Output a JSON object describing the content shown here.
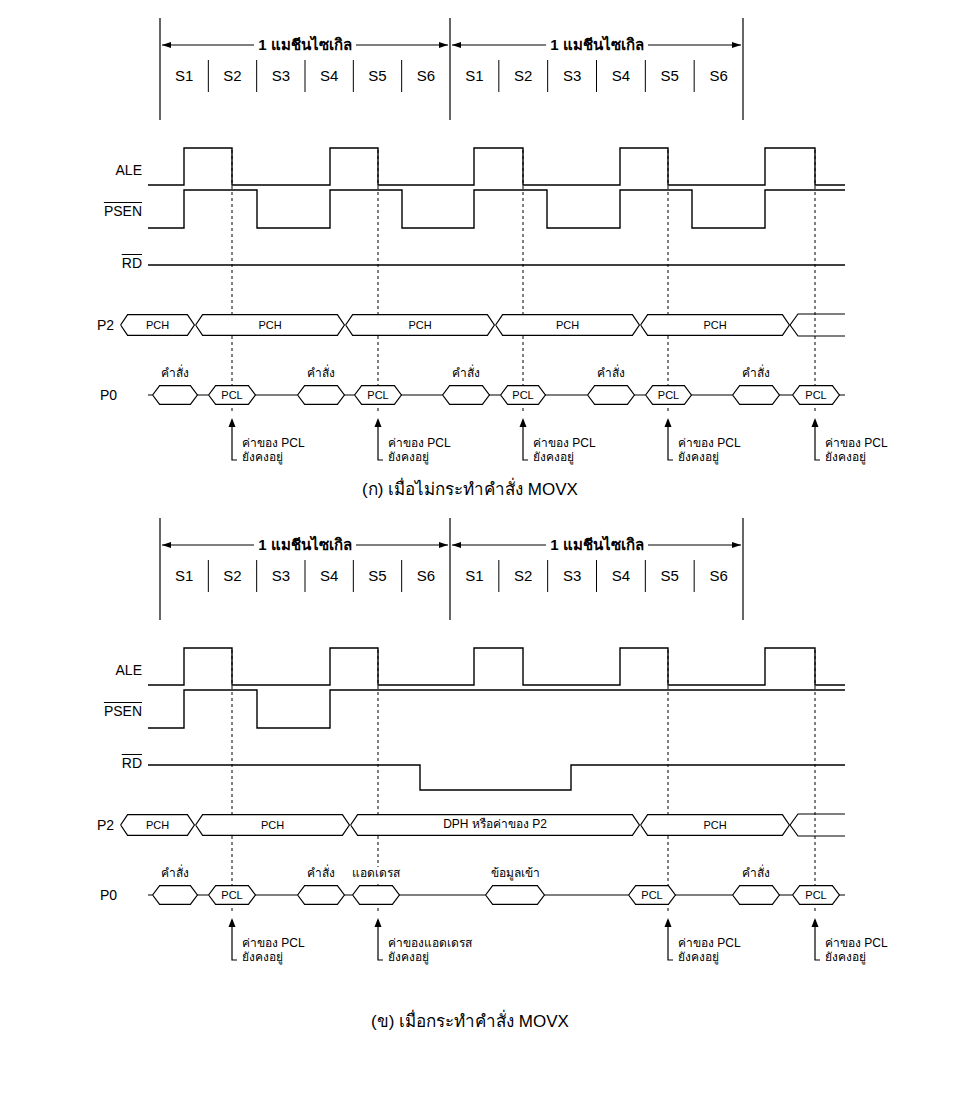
{
  "diagram": {
    "nodes": [
      {
        "text": [
          "PCH"
        ]
      },
      {
        "text": [
          "PCH"
        ]
      },
      {
        "text": [
          "PCH"
        ]
      },
      {
        "text": [
          "PCH"
        ]
      },
      {
        "text": [
          "PCH"
        ]
      },
      {
        "text": [
          "คำสั่ง"
        ]
      },
      {
        "text": [
          "PCL"
        ]
      },
      {
        "text": [
          "คำสั่ง"
        ]
      },
      {
        "text": [
          "PCL"
        ]
      },
      {
        "text": [
          "คำสั่ง"
        ]
      },
      {
        "text": [
          "PCL"
        ]
      },
      {
        "text": [
          "คำสั่ง"
        ]
      },
      {
        "text": [
          "PCL"
        ]
      },
      {
        "text": [
          "คำสั่ง"
        ]
      },
      {
        "text": [
          "PCL"
        ]
      },
      {
        "text": [
          "PCH"
        ]
      },
      {
        "text": [
          "PCH"
        ]
      },
      {
        "text": [
          "DPH หรือค่าของ P2"
        ]
      },
      {
        "text": [
          "PCH"
        ]
      },
      {
        "text": [
          "คำสั่ง"
        ]
      },
      {
        "text": [
          "PCL"
        ]
      },
      {
        "text": [
          "คำสั่ง"
        ]
      },
      {
        "text": [
          "แอดเดรส"
        ]
      },
      {
        "text": [
          "ข้อมูลเข้า"
        ]
      },
      {
        "text": [
          "PCL"
        ]
      },
      {
        "text": [
          "คำสั่ง"
        ]
      },
      {
        "text": [
          "PCL"
        ]
      }
    ],
    "labels": [
      "1 แมชีนไซเกิล",
      "1 แมชีนไซเกิล",
      "S1",
      "S2",
      "S3",
      "S4",
      "S5",
      "S6",
      "S1",
      "S2",
      "S3",
      "S4",
      "S5",
      "S6",
      "ALE",
      "PSEN",
      "RD",
      "P2",
      "P0",
      "ค่าของ PCL ยังคงอยู่",
      "ค่าของ PCL ยังคงอยู่",
      "ค่าของ PCL ยังคงอยู่",
      "ค่าของ PCL ยังคงอยู่",
      "ค่าของ PCL ยังคงอยู่",
      "(ก) เมื่อไม่กระทำคำสั่ง MOVX",
      "1 แมชีนไซเกิล",
      "1 แมชีนไซเกิล",
      "S1",
      "S2",
      "S3",
      "S4",
      "S5",
      "S6",
      "S1",
      "S2",
      "S3",
      "S4",
      "S5",
      "S6",
      "ALE",
      "PSEN",
      "RD",
      "P2",
      "P0",
      "ค่าของ PCL ยังคงอยู่",
      "ค่าของแอดเดรส ยังคงอยู่",
      "ค่าของ PCL ยังคงอยู่",
      "ค่าของ PCL ยังคงอยู่",
      "(ข) เมื่อกระทำคำสั่ง MOVX"
    ]
  }
}
